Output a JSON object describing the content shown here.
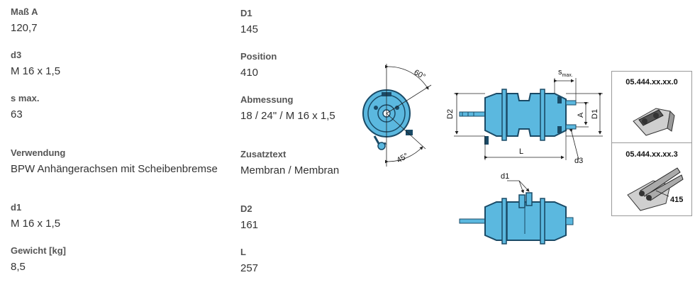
{
  "specs_left": [
    {
      "label": "Maß A",
      "value": "120,7"
    },
    {
      "label": "d3",
      "value": "M 16 x 1,5"
    },
    {
      "label": "s max.",
      "value": "63"
    },
    {
      "label": "Verwendung",
      "value": "BPW Anhängerachsen mit Scheibenbremse"
    },
    {
      "label": "d1",
      "value": "M 16 x 1,5"
    },
    {
      "label": "Gewicht [kg]",
      "value": "8,5"
    }
  ],
  "specs_right": [
    {
      "label": "D1",
      "value": "145"
    },
    {
      "label": "Position",
      "value": "410"
    },
    {
      "label": "Abmessung",
      "value": "18 / 24\" / M 16 x 1,5"
    },
    {
      "label": "Zusatztext",
      "value": "Membran / Membran"
    },
    {
      "label": "D2",
      "value": "161"
    },
    {
      "label": "L",
      "value": "257"
    }
  ],
  "drawing": {
    "angle_top": "60°",
    "angle_bottom": "45°",
    "dim_smax": "s",
    "dim_smax_sub": "max.",
    "dim_D2": "D2",
    "dim_A": "A",
    "dim_D1": "D1",
    "dim_L": "L",
    "dim_d3": "d3",
    "dim_d1": "d1"
  },
  "variants": [
    {
      "code": "05.444.xx.xx.0"
    },
    {
      "code": "05.444.xx.xx.3",
      "callout": "415"
    }
  ],
  "colors": {
    "part_blue": "#5bb8df",
    "part_outline": "#1a4a66",
    "dim_line": "#222222"
  }
}
